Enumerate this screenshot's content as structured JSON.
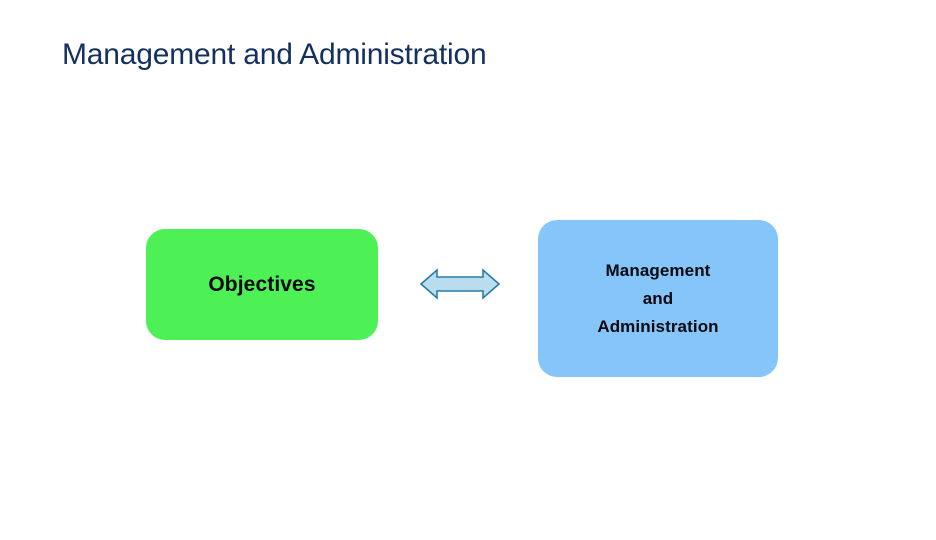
{
  "slide": {
    "title": "Management and Administration",
    "background_color": "#ffffff",
    "title_color": "#14305e"
  },
  "shapes": {
    "objectives": {
      "label": "Objectives",
      "fill_color": "#4ef155",
      "text_color": "#08080f"
    },
    "management": {
      "line1": "Management",
      "line2": "and",
      "line3": "Administration",
      "fill_color": "#86c5fa",
      "text_color": "#08080f"
    }
  },
  "connector": {
    "icon": "double-headed-arrow-icon",
    "direction": "left-right",
    "fill_color": "#b9dcef",
    "stroke_color": "#2a7ba6"
  }
}
